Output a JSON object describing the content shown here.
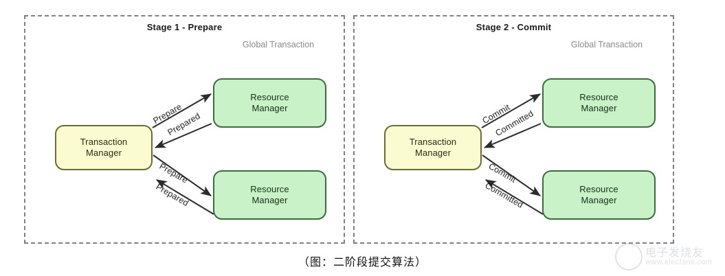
{
  "caption": "（图：二阶段提交算法）",
  "stages": [
    {
      "id": "stage-1",
      "title": "Stage 1 - Prepare",
      "global_label_line1": "Global",
      "global_label_line2": "Transaction",
      "coordinator": {
        "line1": "Transaction",
        "line2": "Manager"
      },
      "participants": [
        {
          "line1": "Resource",
          "line2": "Manager"
        },
        {
          "line1": "Resource",
          "line2": "Manager"
        }
      ],
      "edges": [
        {
          "label": "Prepare",
          "direction": "outbound",
          "target": "upper"
        },
        {
          "label": "Prepared",
          "direction": "inbound",
          "target": "upper"
        },
        {
          "label": "Prepare",
          "direction": "outbound",
          "target": "lower"
        },
        {
          "label": "Prepared",
          "direction": "inbound",
          "target": "lower"
        }
      ]
    },
    {
      "id": "stage-2",
      "title": "Stage 2 - Commit",
      "global_label_line1": "Global",
      "global_label_line2": "Transaction",
      "coordinator": {
        "line1": "Transaction",
        "line2": "Manager"
      },
      "participants": [
        {
          "line1": "Resource",
          "line2": "Manager"
        },
        {
          "line1": "Resource",
          "line2": "Manager"
        }
      ],
      "edges": [
        {
          "label": "Commit",
          "direction": "outbound",
          "target": "upper"
        },
        {
          "label": "Committed",
          "direction": "inbound",
          "target": "upper"
        },
        {
          "label": "Commit",
          "direction": "outbound",
          "target": "lower"
        },
        {
          "label": "Committed",
          "direction": "inbound",
          "target": "lower"
        }
      ]
    }
  ],
  "watermark": {
    "brand": "电子发烧友",
    "url": "www.elecfans.com"
  },
  "colors": {
    "panel_border": "#808080",
    "coordinator_fill": "#fbfbd2",
    "coordinator_border": "#6b6b33",
    "participant_fill": "#c9f2c9",
    "participant_border": "#3d6b3d",
    "arrow": "#2b2b2b",
    "global_label": "#8a8a8a"
  }
}
